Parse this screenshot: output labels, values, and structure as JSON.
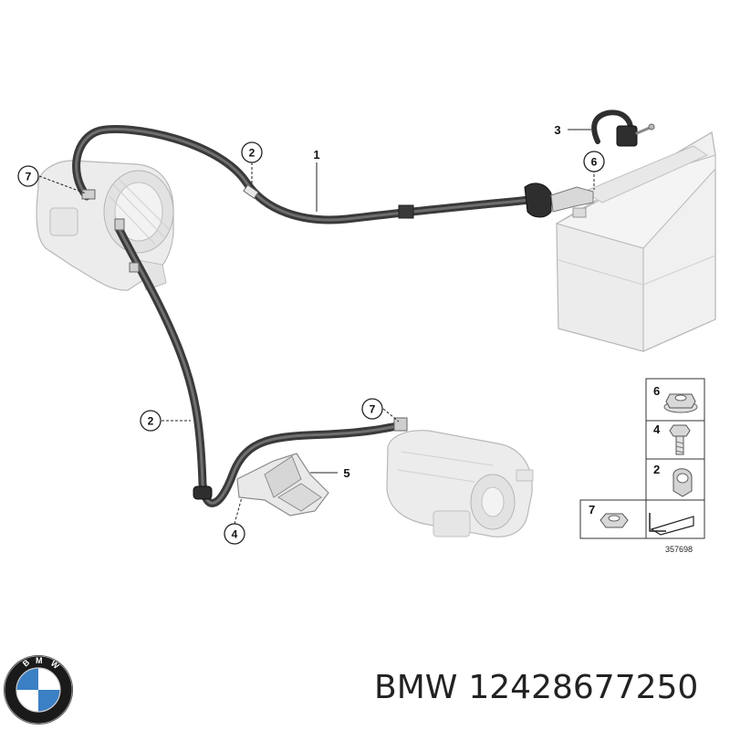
{
  "diagram": {
    "callouts": {
      "c1": "1",
      "c2a": "2",
      "c2b": "2",
      "c3": "3",
      "c4": "4",
      "c5": "5",
      "c6": "6",
      "c7a": "7",
      "c7b": "7"
    },
    "legend": {
      "items": [
        "6",
        "4",
        "2"
      ],
      "bottom_item": "7",
      "diagram_number": "357698"
    }
  },
  "caption": {
    "brand": "BMW",
    "part_number": "12428677250"
  },
  "logo": {
    "text": "BMW",
    "colors": {
      "blue": "#3b7fc4",
      "ring": "#1a1a1a",
      "white": "#ffffff"
    }
  }
}
